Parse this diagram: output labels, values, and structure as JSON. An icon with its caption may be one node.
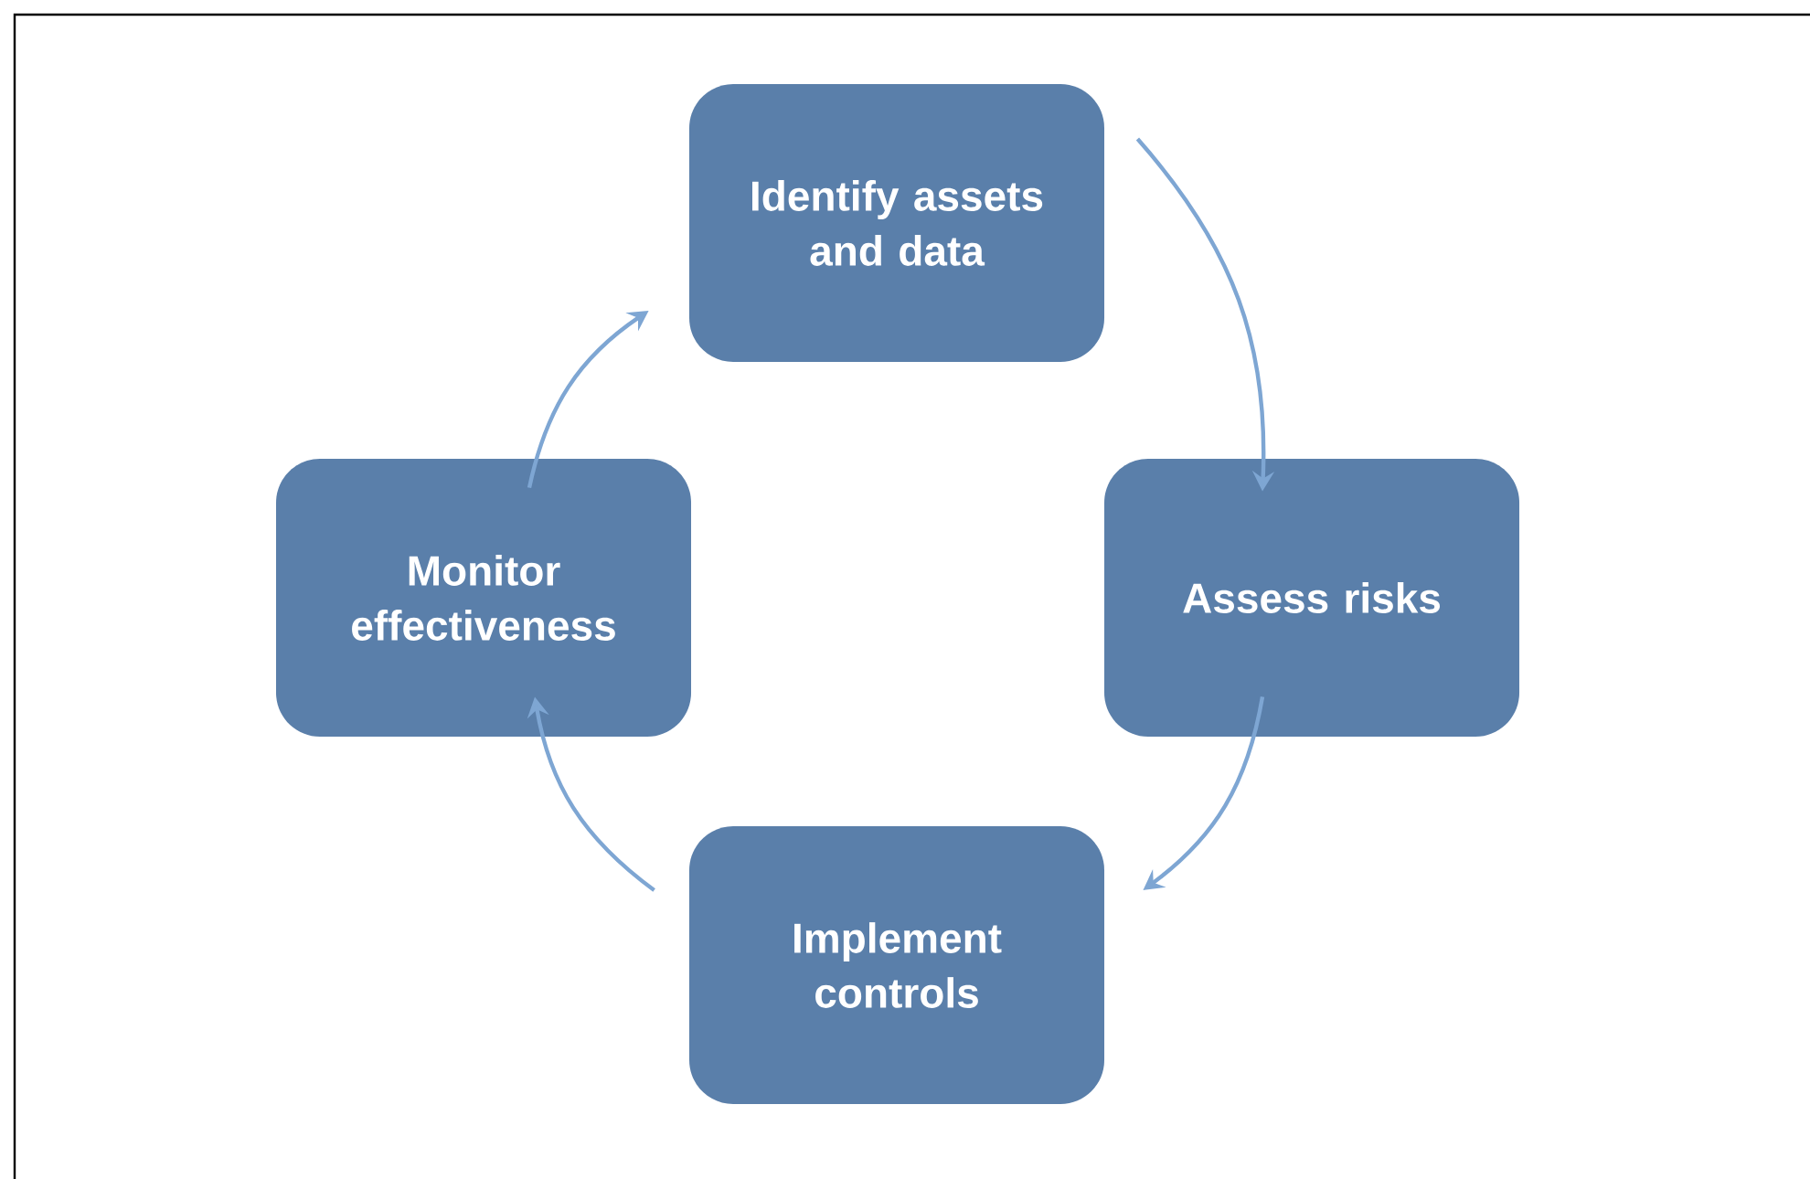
{
  "diagram": {
    "nodes": [
      {
        "text": [
          "Identify assets and data"
        ]
      },
      {
        "text": [
          "Assess risks"
        ]
      },
      {
        "text": [
          "Implement controls"
        ]
      },
      {
        "text": [
          "Monitor effectiveness"
        ]
      }
    ],
    "edges": [
      {
        "from": 0,
        "to": 1,
        "arrow": "to"
      },
      {
        "from": 1,
        "to": 2,
        "arrow": "to"
      },
      {
        "from": 2,
        "to": 3,
        "arrow": "to"
      },
      {
        "from": 3,
        "to": 0,
        "arrow": "to"
      }
    ]
  }
}
